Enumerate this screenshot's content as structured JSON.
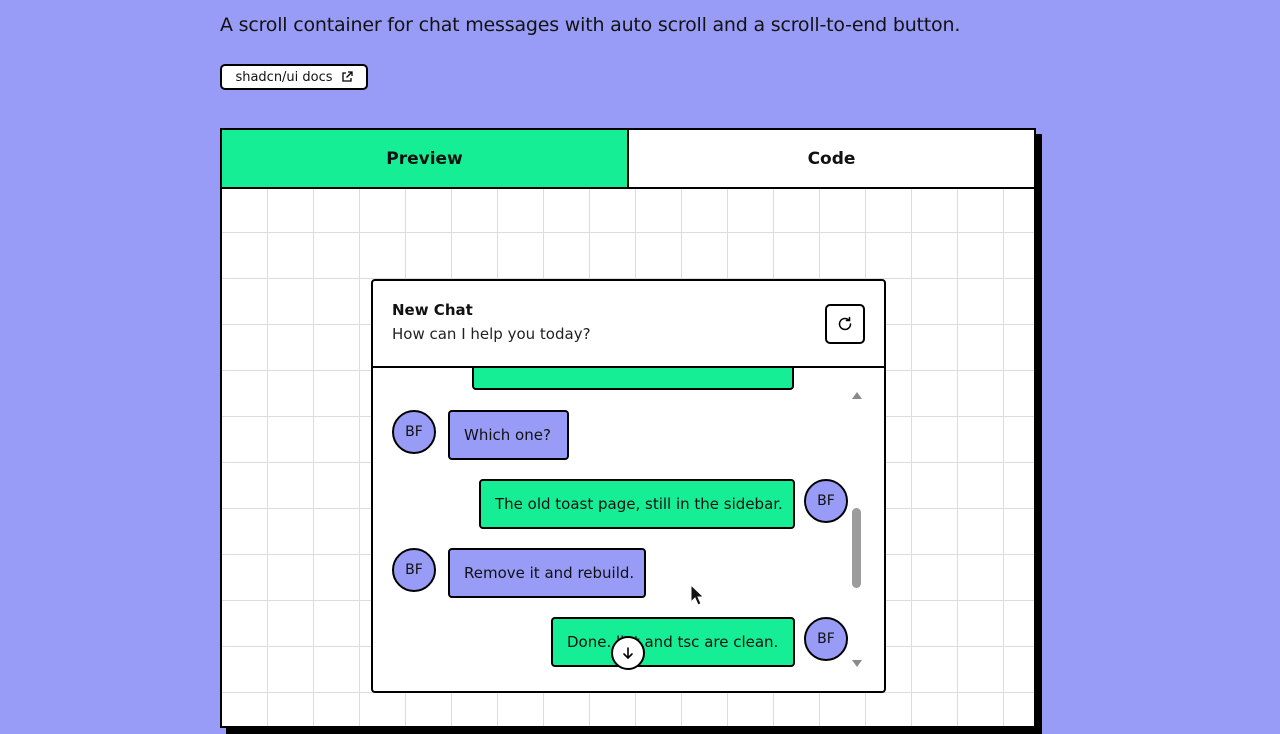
{
  "page": {
    "description": "A scroll container for chat messages with auto scroll and a scroll-to-end button.",
    "docs_link_label": "shadcn/ui docs"
  },
  "tabs": [
    {
      "label": "Preview",
      "active": true
    },
    {
      "label": "Code",
      "active": false
    }
  ],
  "chat": {
    "title": "New Chat",
    "subtitle": "How can I help you today?",
    "messages": [
      {
        "side": "left",
        "avatar": "BF",
        "text": "Which one?"
      },
      {
        "side": "right",
        "avatar": "BF",
        "text": "The old toast page, still in the sidebar."
      },
      {
        "side": "left",
        "avatar": "BF",
        "text": "Remove it and rebuild."
      },
      {
        "side": "right",
        "avatar": "BF",
        "text": "Done. lint and tsc are clean."
      }
    ]
  },
  "icons": {
    "docs": "external-link-icon",
    "refresh": "refresh-icon",
    "scroll_end": "arrow-down-icon"
  },
  "colors": {
    "background": "#989cf6",
    "accent_green": "#16ee95",
    "user_bubble": "#989cf6",
    "border": "#000000"
  }
}
